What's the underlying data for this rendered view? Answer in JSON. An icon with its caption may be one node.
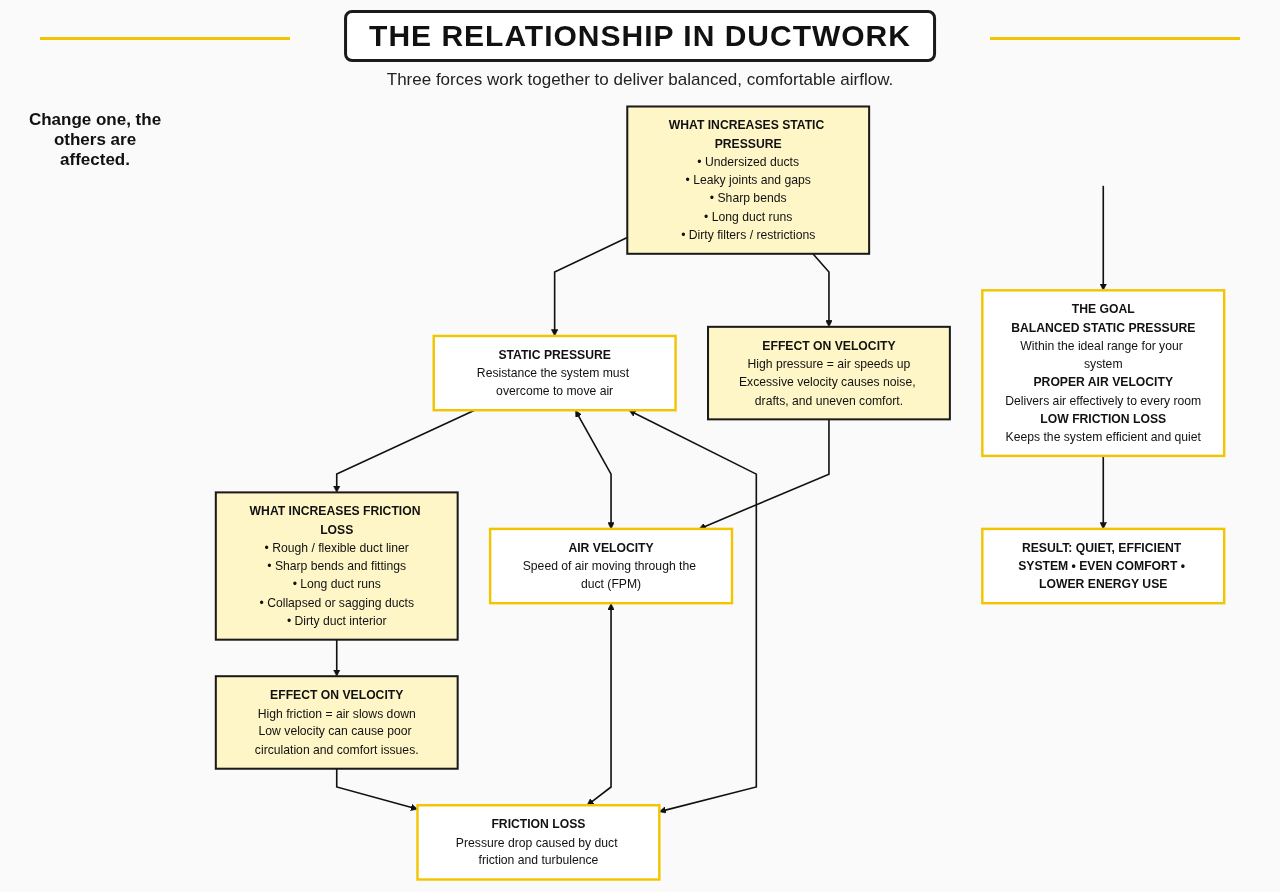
{
  "diagram": {
    "title": "THE RELATIONSHIP IN DUCTWORK",
    "nodes": [
      {
        "text": [
          "WHAT INCREASES STATIC PRESSURE",
          "• Undersized ducts",
          "• Leaky joints and gaps",
          "• Sharp bends",
          "• Long duct runs",
          "• Dirty filters / restrictions"
        ]
      },
      {
        "text": [
          "STATIC PRESSURE",
          "Resistance the system must overcome to move air"
        ]
      },
      {
        "text": [
          "WHAT INCREASES FRICTION LOSS",
          "• Rough / flexible duct liner",
          "• Sharp bends and fittings",
          "• Long duct runs",
          "• Collapsed or sagging ducts",
          "• Dirty duct interior"
        ]
      },
      {
        "text": [
          "EFFECT ON VELOCITY",
          "High pressure = air speeds up",
          "Excessive velocity causes noise, drafts, and uneven comfort."
        ]
      },
      {
        "text": [
          "AIR VELOCITY",
          "Speed of air moving through the duct (FPM)"
        ]
      },
      {
        "text": [
          "FRICTION LOSS",
          "Pressure drop caused by duct friction and turbulence"
        ]
      },
      {
        "text": [
          "EFFECT ON VELOCITY",
          "High friction = air slows down",
          "Low velocity can cause poor circulation and comfort issues."
        ]
      },
      {
        "text": [
          "THE GOAL",
          "BALANCED STATIC PRESSURE",
          "Within the ideal range for your system",
          "PROPER AIR VELOCITY",
          "Delivers air effectively to every room",
          "LOW FRICTION LOSS",
          "Keeps the system efficient and quiet"
        ]
      },
      {
        "text": [
          "RESULT: QUIET, EFFICIENT SYSTEM • EVEN COMFORT • LOWER ENERGY USE"
        ]
      }
    ],
    "edges": [
      {
        "from": 0,
        "to": 1,
        "arrow": "to"
      },
      {
        "from": 1,
        "to": 2,
        "arrow": "to"
      },
      {
        "from": 0,
        "to": 3,
        "arrow": "to"
      },
      {
        "from": 2,
        "to": 6,
        "arrow": "to"
      },
      {
        "from": 3,
        "to": 4,
        "arrow": "to"
      },
      {
        "from": 6,
        "to": 5,
        "arrow": "to"
      },
      {
        "from": 1,
        "to": 4,
        "arrow": "both"
      },
      {
        "from": 1,
        "to": 5,
        "arrow": "both"
      },
      {
        "from": 4,
        "to": 5,
        "arrow": "both"
      },
      {
        "from": null,
        "to": 7,
        "arrow": "to"
      },
      {
        "from": 7,
        "to": 8,
        "arrow": "to"
      }
    ],
    "labels": [
      "Three forces work together to deliver balanced, comfortable airflow.",
      "Change one, the others are affected."
    ]
  }
}
